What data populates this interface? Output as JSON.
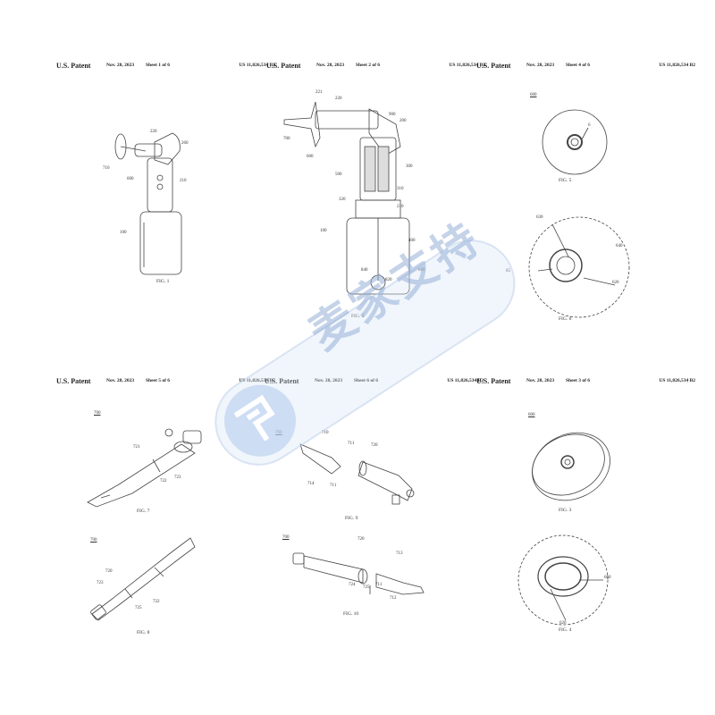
{
  "header": {
    "patent": "U.S. Patent",
    "date": "Nov. 28, 2023",
    "number": "US 11,826,534 B2"
  },
  "sheets": [
    {
      "sheet": "Sheet 1 of 6"
    },
    {
      "sheet": "Sheet 2 of 6"
    },
    {
      "sheet": "Sheet 4 of 6"
    },
    {
      "sheet": "Sheet 5 of 6"
    },
    {
      "sheet": "Sheet 6 of 6"
    },
    {
      "sheet": "Sheet 3 of 6"
    }
  ],
  "figures": {
    "fig1": {
      "caption": "FIG. 1",
      "labels": [
        "220",
        "260",
        "710",
        "600",
        "210",
        "100"
      ]
    },
    "fig2": {
      "caption": "FIG. 2",
      "labels": [
        "221",
        "220",
        "900",
        "200",
        "700",
        "600",
        "500",
        "300",
        "310",
        "320",
        "210",
        "100",
        "400",
        "840",
        "800",
        "820"
      ]
    },
    "fig5": {
      "caption": "FIG. 5",
      "ref": "600",
      "labels": [
        "6"
      ]
    },
    "fig6": {
      "caption": "FIG. 6",
      "labels": [
        "630",
        "640",
        "65",
        "620"
      ]
    },
    "fig7": {
      "caption": "FIG. 7",
      "ref": "700",
      "labels": [
        "721",
        "722",
        "723"
      ]
    },
    "fig8": {
      "caption": "FIG. 8",
      "ref": "700",
      "labels": [
        "720",
        "723",
        "725",
        "722"
      ]
    },
    "fig9": {
      "caption": "FIG. 9",
      "ref": "700",
      "labels": [
        "710",
        "711",
        "720",
        "714",
        "711"
      ]
    },
    "fig10": {
      "caption": "FIG. 10",
      "ref": "700",
      "labels": [
        "720",
        "713",
        "724",
        "725",
        "711",
        "712"
      ]
    },
    "fig3": {
      "caption": "FIG. 3",
      "ref": "600",
      "labels": []
    },
    "fig4": {
      "caption": "FIG. 4",
      "labels": [
        "660",
        "620"
      ]
    }
  },
  "watermark": {
    "text": "麦家支持"
  }
}
